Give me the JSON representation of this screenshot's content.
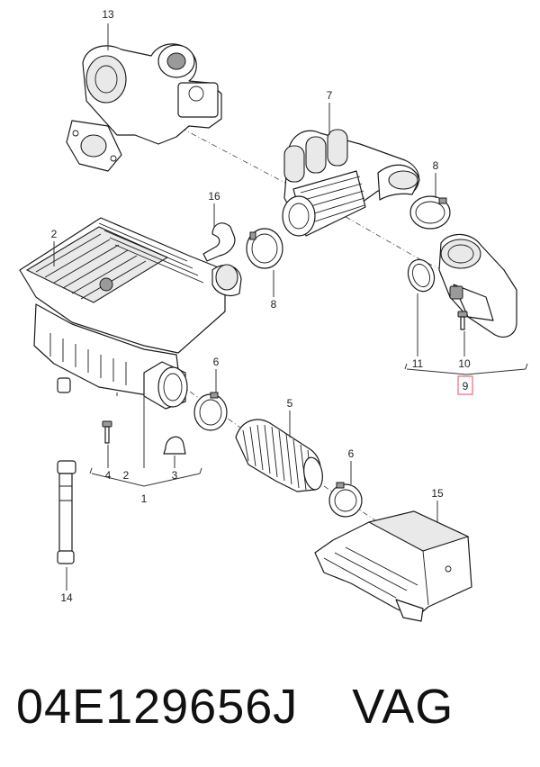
{
  "callouts": {
    "c13": "13",
    "c7": "7",
    "c8a": "8",
    "c16": "16",
    "c2a": "2",
    "c8b": "8",
    "c11": "11",
    "c10": "10",
    "c9": "9",
    "c6a": "6",
    "c5": "5",
    "c6b": "6",
    "c4": "4",
    "c2b": "2",
    "c3": "3",
    "c1": "1",
    "c15": "15",
    "c14": "14"
  },
  "caption": {
    "part_number": "04E129656J",
    "brand": "VAG"
  },
  "colors": {
    "highlight_box": "#e86a7a",
    "line": "#1a1a1a"
  }
}
